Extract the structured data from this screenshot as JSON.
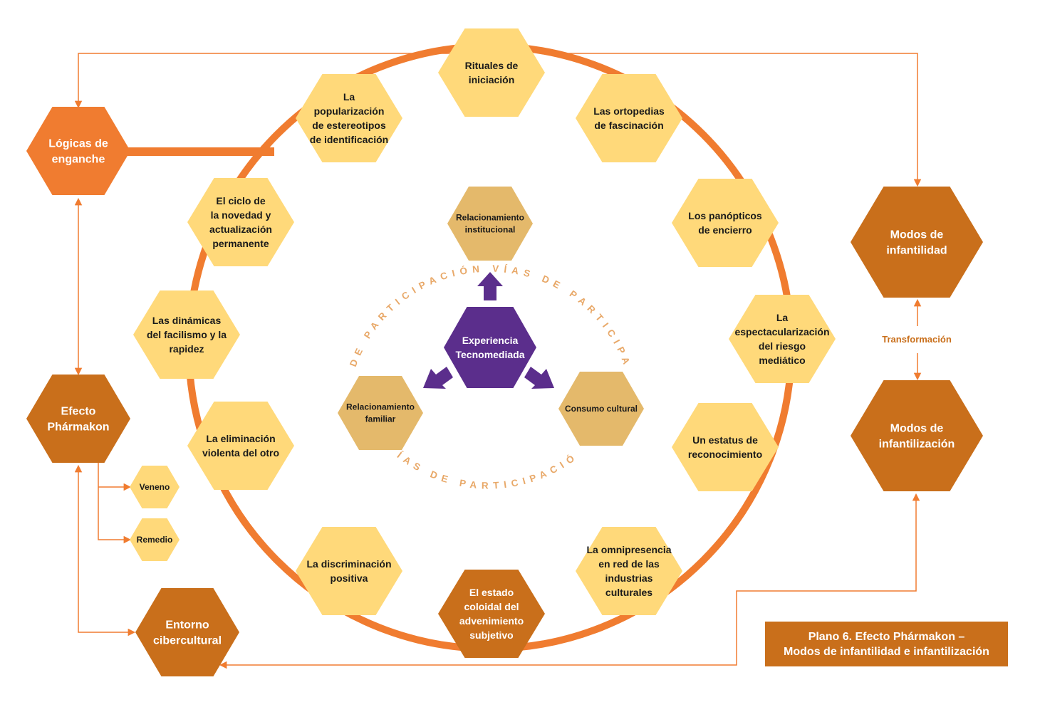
{
  "colors": {
    "ring": "#F07C30",
    "hex_yellow": "#FFD97A",
    "hex_dark_orange": "#C96F1B",
    "hex_bright_orange": "#F07C30",
    "hex_tan": "#E4B96B",
    "hex_purple": "#5B2E8C",
    "arc_text": "#E8A868"
  },
  "ring_nodes": [
    {
      "id": "rituales",
      "lines": [
        "Rituales de",
        "iniciación"
      ],
      "style": "yellow"
    },
    {
      "id": "ortopedias",
      "lines": [
        "Las ortopedias",
        "de fascinación"
      ],
      "style": "yellow"
    },
    {
      "id": "panopticos",
      "lines": [
        "Los panópticos",
        "de encierro"
      ],
      "style": "yellow"
    },
    {
      "id": "espectacularizacion",
      "lines": [
        "La",
        "espectacularización",
        "del riesgo",
        "mediático"
      ],
      "style": "yellow"
    },
    {
      "id": "estatus",
      "lines": [
        "Un estatus de",
        "reconocimiento"
      ],
      "style": "yellow"
    },
    {
      "id": "omnipresencia",
      "lines": [
        "La omnipresencia",
        "en red de las",
        "industrias",
        "culturales"
      ],
      "style": "yellow"
    },
    {
      "id": "estado",
      "lines": [
        "El estado",
        "coloidal del",
        "advenimiento",
        "subjetivo"
      ],
      "style": "dark"
    },
    {
      "id": "discriminacion",
      "lines": [
        "La discriminación",
        "positiva"
      ],
      "style": "yellow"
    },
    {
      "id": "eliminacion",
      "lines": [
        "La eliminación",
        "violenta del otro"
      ],
      "style": "yellow"
    },
    {
      "id": "dinamicas",
      "lines": [
        "Las dinámicas",
        "del facilismo y la",
        "rapidez"
      ],
      "style": "yellow"
    },
    {
      "id": "ciclo",
      "lines": [
        "El ciclo de",
        "la novedad y",
        "actualización",
        "permanente"
      ],
      "style": "yellow"
    },
    {
      "id": "popularizacion",
      "lines": [
        "La",
        "popularización",
        "de estereotipos",
        "de identificación"
      ],
      "style": "yellow"
    }
  ],
  "left_nodes": {
    "logicas": {
      "lines": [
        "Lógicas de",
        "enganche"
      ]
    },
    "efecto": {
      "lines": [
        "Efecto",
        "Phármakon"
      ]
    },
    "veneno": {
      "lines": [
        "Veneno"
      ]
    },
    "remedio": {
      "lines": [
        "Remedio"
      ]
    },
    "entorno": {
      "lines": [
        "Entorno",
        "cibercultural"
      ]
    }
  },
  "right_nodes": {
    "infantilidad": {
      "lines": [
        "Modos de",
        "infantilidad"
      ]
    },
    "infantilizacion": {
      "lines": [
        "Modos de",
        "infantilización"
      ]
    },
    "transformacion": "Transformación"
  },
  "center": {
    "core": {
      "lines": [
        "Experiencia",
        "Tecnomediada"
      ]
    },
    "institucional": {
      "lines": [
        "Relacionamiento",
        "institucional"
      ]
    },
    "familiar": {
      "lines": [
        "Relacionamiento",
        "familiar"
      ]
    },
    "consumo": {
      "lines": [
        "Consumo cultural"
      ]
    },
    "arc_label": "VÍAS DE PARTICIPACIÓN"
  },
  "caption": {
    "line1": "Plano 6. Efecto Phármakon –",
    "line2": "Modos de infantilidad e infantilización"
  }
}
